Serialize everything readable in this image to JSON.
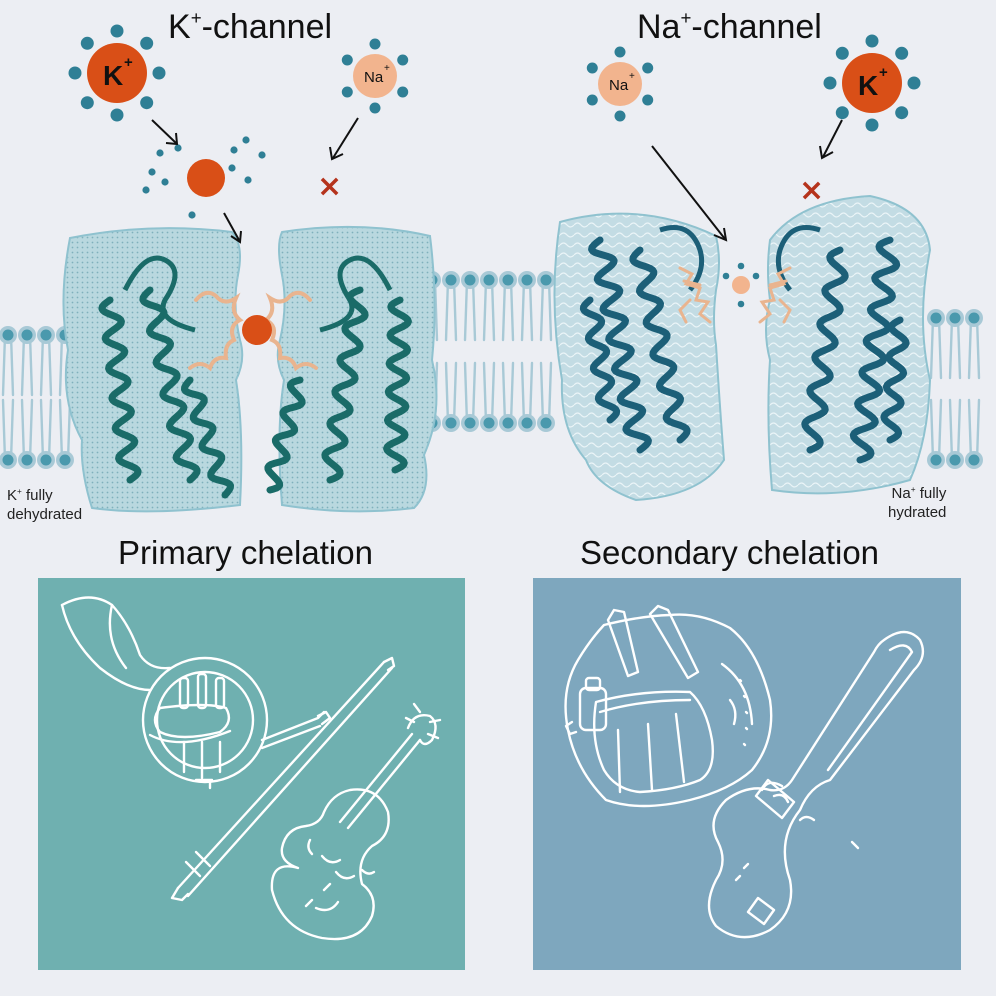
{
  "panels": {
    "left": {
      "title_base": "K",
      "title_sup": "+",
      "title_suffix": "-channel",
      "note_line1_base": "K",
      "note_line1_sup": "+",
      "note_line1_suffix": " fully",
      "note_line2": "dehydrated",
      "heading": "Primary chelation",
      "box_color": "#6fb0b0",
      "illustration": [
        "french-horn",
        "violin",
        "violin-bow"
      ]
    },
    "right": {
      "title_base": "Na",
      "title_sup": "+",
      "title_suffix": "-channel",
      "note_line1_base": "Na",
      "note_line1_sup": "+",
      "note_line1_suffix": " fully",
      "note_line2": "hydrated",
      "heading": "Secondary chelation",
      "box_color": "#7ea7be",
      "illustration": [
        "backpack",
        "violin-case"
      ]
    }
  },
  "ions": {
    "k_label": "K",
    "na_label": "Na",
    "charge": "+",
    "rejected_mark": "×"
  },
  "colors": {
    "potassium": "#d94f17",
    "sodium": "#f2b48e",
    "water": "#2f7f95",
    "membrane_head": "#4a99ad",
    "membrane_tail": "#a8c9d6",
    "protein_fill": "#b9d8df",
    "k_helix": "#1a6b68",
    "na_helix": "#1c5f78",
    "selectivity_filter": "#e9b48f",
    "cross": "#b5331c"
  }
}
